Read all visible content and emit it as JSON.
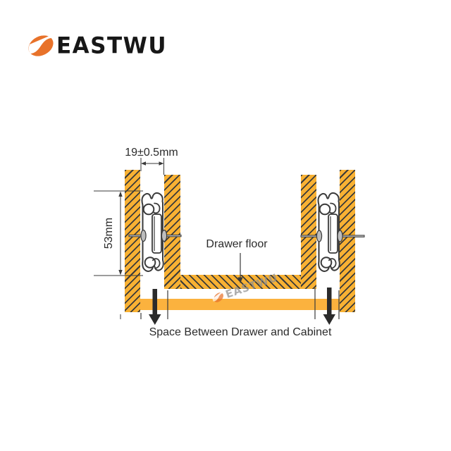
{
  "brand": {
    "name": "EASTWU"
  },
  "diagram": {
    "dim_width_label": "19±0.5mm",
    "dim_height_label": "53mm",
    "drawer_floor_label": "Drawer floor",
    "space_label": "Space Between Drawer and Cabinet",
    "watermark_text": "EASTWU",
    "colors": {
      "panel_orange": "#F8B133",
      "band_orange": "#FBB23E",
      "logo_orange": "#E8722A",
      "line_dark": "#3A3A3A",
      "text_dark": "#2B2B2B"
    }
  }
}
